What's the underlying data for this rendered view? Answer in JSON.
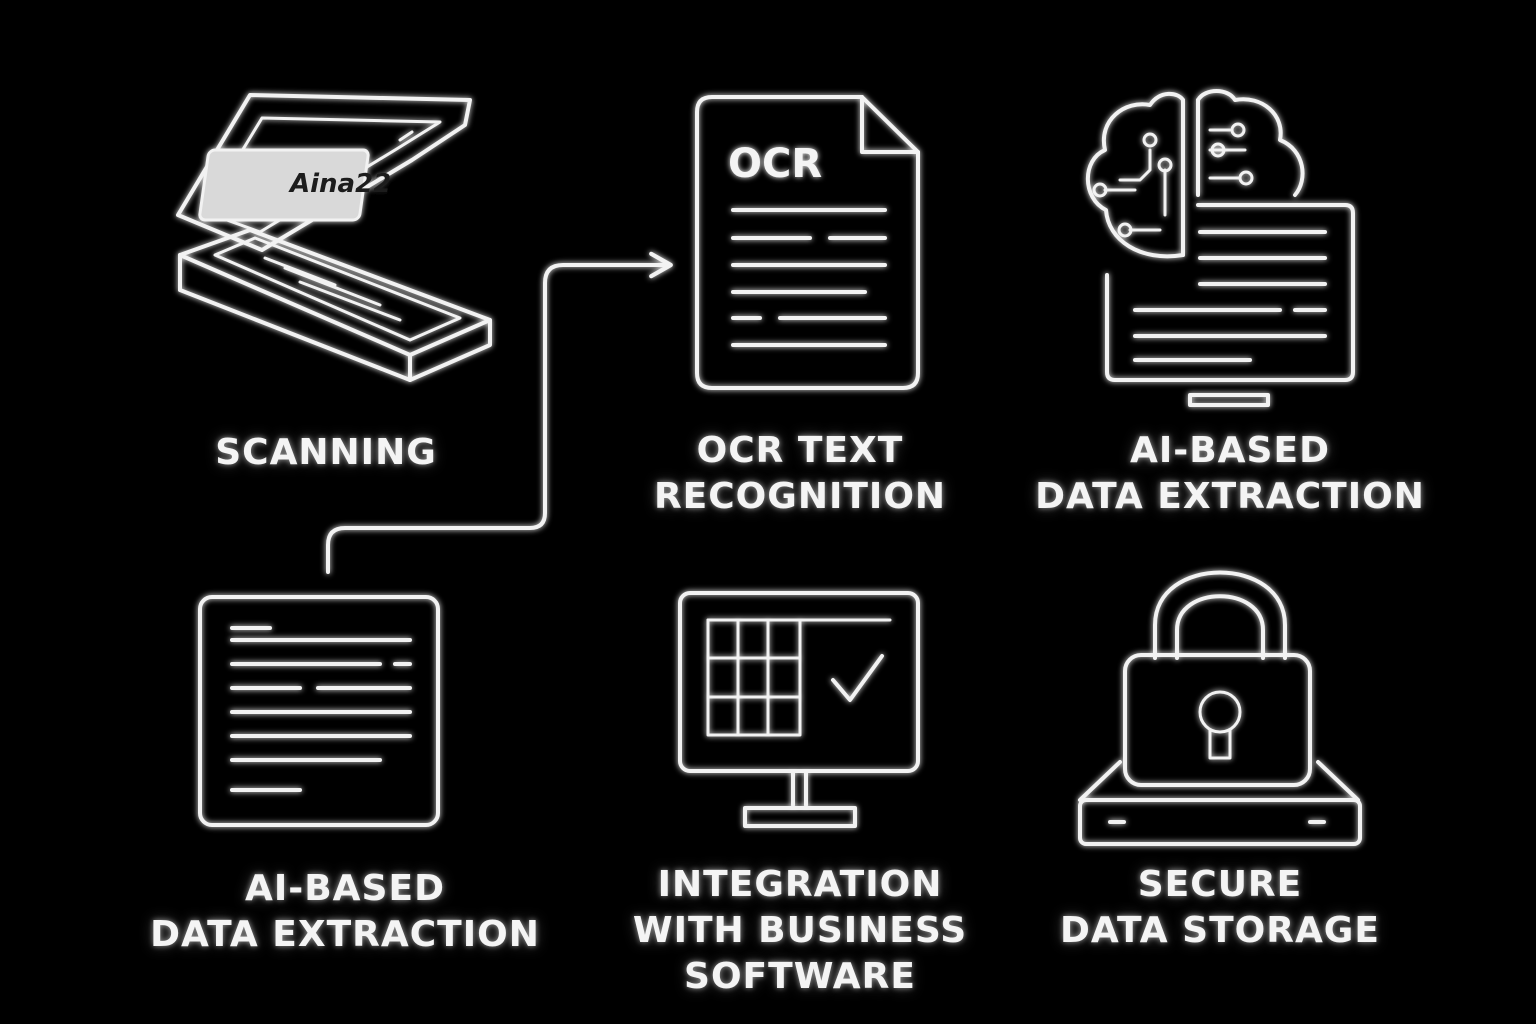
{
  "steps": [
    {
      "id": "scanning",
      "lines": [
        "SCANNING"
      ],
      "icon": "scanner-icon"
    },
    {
      "id": "ocr",
      "lines": [
        "OCR TEXT",
        "RECOGNITION"
      ],
      "icon": "ocr-document-icon"
    },
    {
      "id": "ai-top",
      "lines": [
        "AI-BASED",
        "DATA EXTRACTION"
      ],
      "icon": "brain-document-icon"
    },
    {
      "id": "ai-bottom",
      "lines": [
        "AI-BASED",
        "DATA EXTRACTION"
      ],
      "icon": "document-icon"
    },
    {
      "id": "integration",
      "lines": [
        "INTEGRATION",
        "WITH BUSINESS",
        "SOFTWARE"
      ],
      "icon": "monitor-table-icon"
    },
    {
      "id": "storage",
      "lines": [
        "SECURE",
        "DATA STORAGE"
      ],
      "icon": "padlock-storage-icon"
    }
  ],
  "icons": {
    "ocr_title": "OCR",
    "scanner_card": "Aina22"
  },
  "colors": {
    "background": "#000000",
    "stroke": "#f2f2f2"
  }
}
